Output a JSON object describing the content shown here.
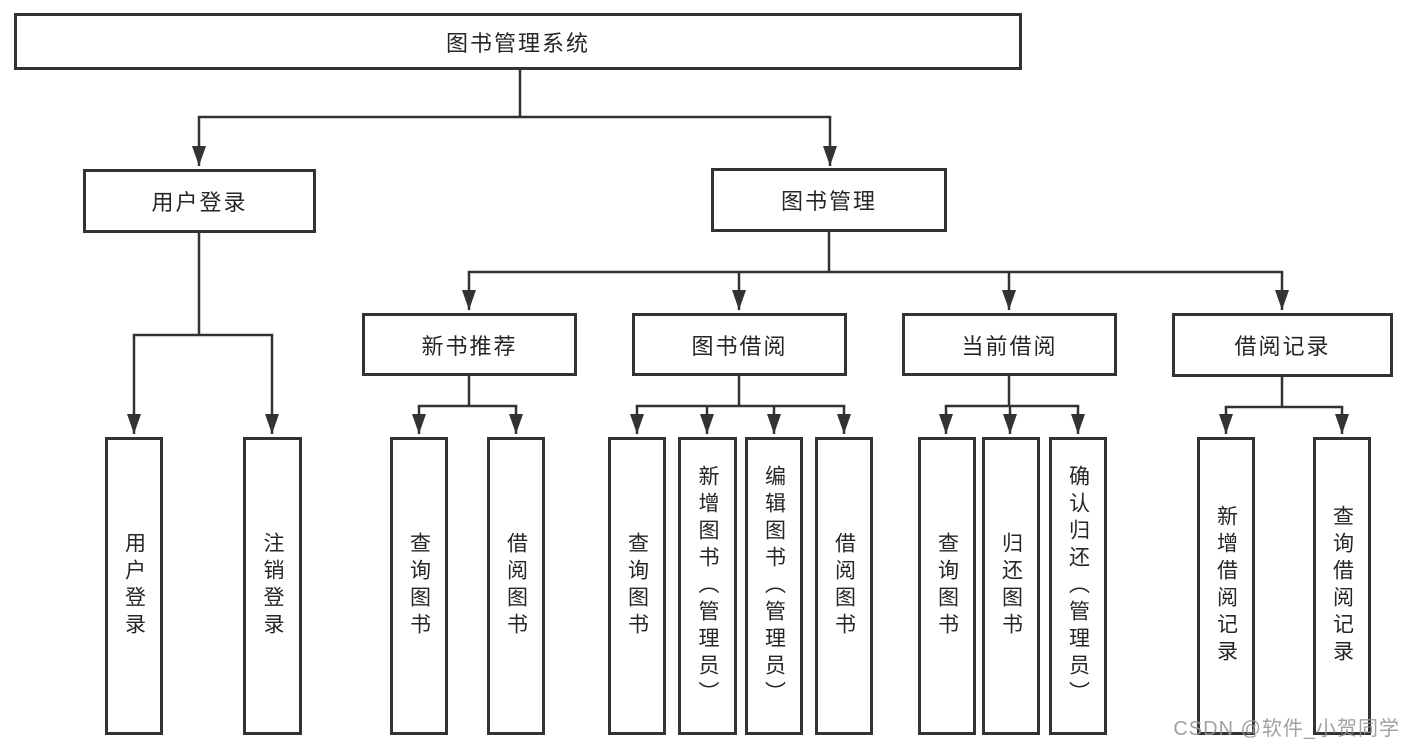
{
  "diagram": {
    "root": {
      "label": "图书管理系统"
    },
    "level2": [
      {
        "label": "用户登录"
      },
      {
        "label": "图书管理"
      }
    ],
    "level3": [
      {
        "label": "新书推荐"
      },
      {
        "label": "图书借阅"
      },
      {
        "label": "当前借阅"
      },
      {
        "label": "借阅记录"
      }
    ],
    "leaves": [
      {
        "label": "用户登录"
      },
      {
        "label": "注销登录"
      },
      {
        "label": "查询图书"
      },
      {
        "label": "借阅图书"
      },
      {
        "label": "查询图书"
      },
      {
        "label": "新增图书（管理员）"
      },
      {
        "label": "编辑图书（管理员）"
      },
      {
        "label": "借阅图书"
      },
      {
        "label": "查询图书"
      },
      {
        "label": "归还图书"
      },
      {
        "label": "确认归还（管理员）"
      },
      {
        "label": "新增借阅记录"
      },
      {
        "label": "查询借阅记录"
      }
    ]
  },
  "watermark": {
    "text": "CSDN @软件_小贺同学"
  },
  "colors": {
    "line": "#333333",
    "box_border": "#333333",
    "text": "#262626",
    "background": "#ffffff",
    "watermark": "#949494"
  }
}
